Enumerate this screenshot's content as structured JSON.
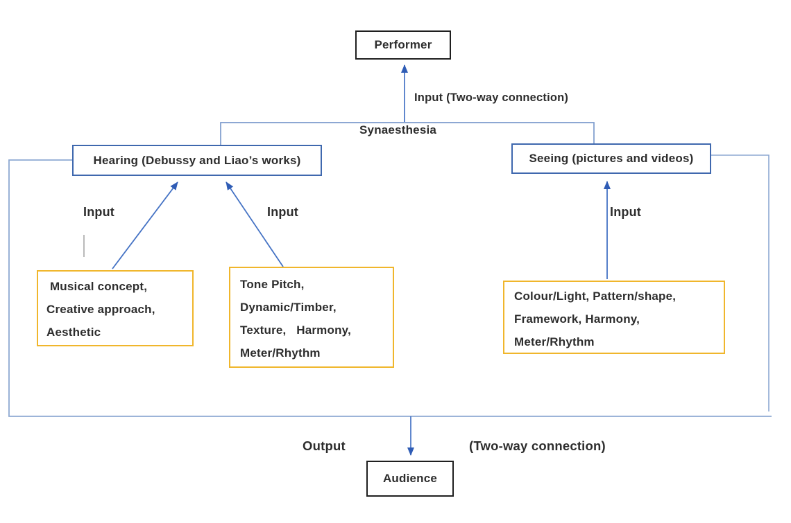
{
  "diagram": {
    "title_context": "Performer–Audience synaesthesia connection diagram",
    "colors": {
      "blue_box_border": "#3f68ae",
      "yellow_box_border": "#f0b62c",
      "black_box_border": "#1f1f1f",
      "connector_light_blue": "#8ea9d2",
      "arrow_blue": "#4472c4",
      "arrowhead_fill": "#2f5cb5",
      "text": "#2d2d2d",
      "background": "#ffffff"
    },
    "nodes": {
      "performer": {
        "label": "Performer"
      },
      "hearing": {
        "label": "Hearing (Debussy and Liao’s works)"
      },
      "seeing": {
        "label": "Seeing (pictures and videos)"
      },
      "musical_concept": {
        "lines": [
          " Musical concept,",
          "Creative approach,",
          "Aesthetic"
        ]
      },
      "tone_pitch": {
        "lines": [
          "Tone Pitch,",
          "Dynamic/Timber,",
          "Texture,   Harmony,",
          "Meter/Rhythm"
        ]
      },
      "colour_light": {
        "lines": [
          "Colour/Light, Pattern/shape,",
          "Framework, Harmony,",
          "Meter/Rhythm"
        ]
      },
      "audience": {
        "label": "Audience"
      }
    },
    "labels": {
      "input_two_way_top": "Input (Two-way connection)",
      "synaesthesia": "Synaesthesia",
      "input_left": "Input",
      "input_middle": "Input",
      "input_right": "Input",
      "output": "Output",
      "two_way_bottom": "(Two-way connection)"
    }
  }
}
